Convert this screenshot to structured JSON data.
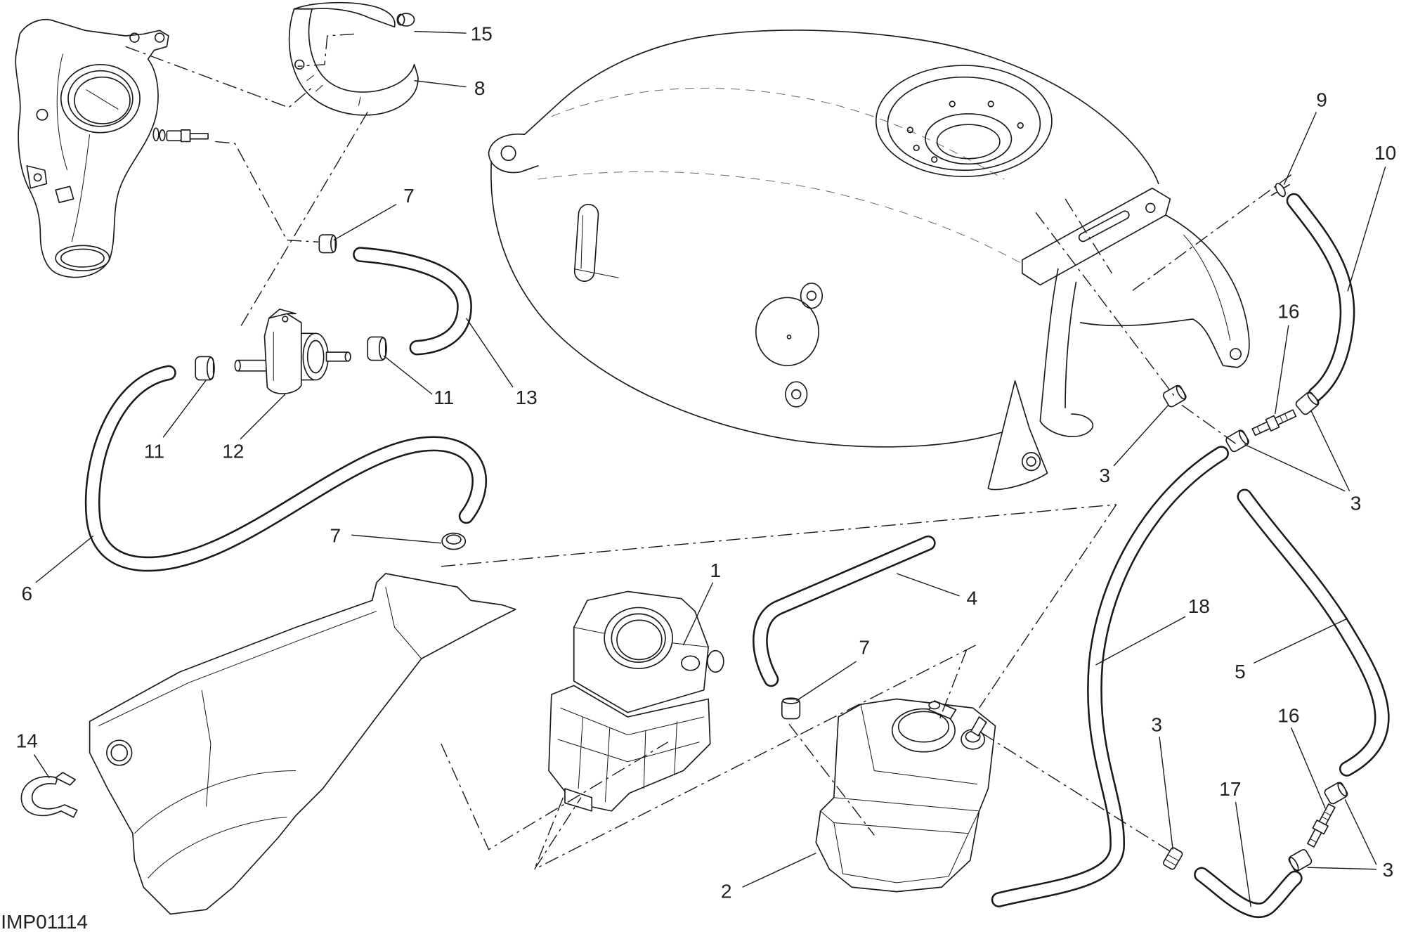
{
  "diagram": {
    "code": "IMP01114",
    "callouts": [
      "15",
      "8",
      "7",
      "13",
      "11",
      "11",
      "12",
      "6",
      "7",
      "1",
      "4",
      "7",
      "14",
      "2",
      "9",
      "10",
      "16",
      "3",
      "3",
      "18",
      "5",
      "3",
      "16",
      "17",
      "3"
    ]
  },
  "colors": {
    "line": "#1a1a1a",
    "background": "#ffffff"
  }
}
